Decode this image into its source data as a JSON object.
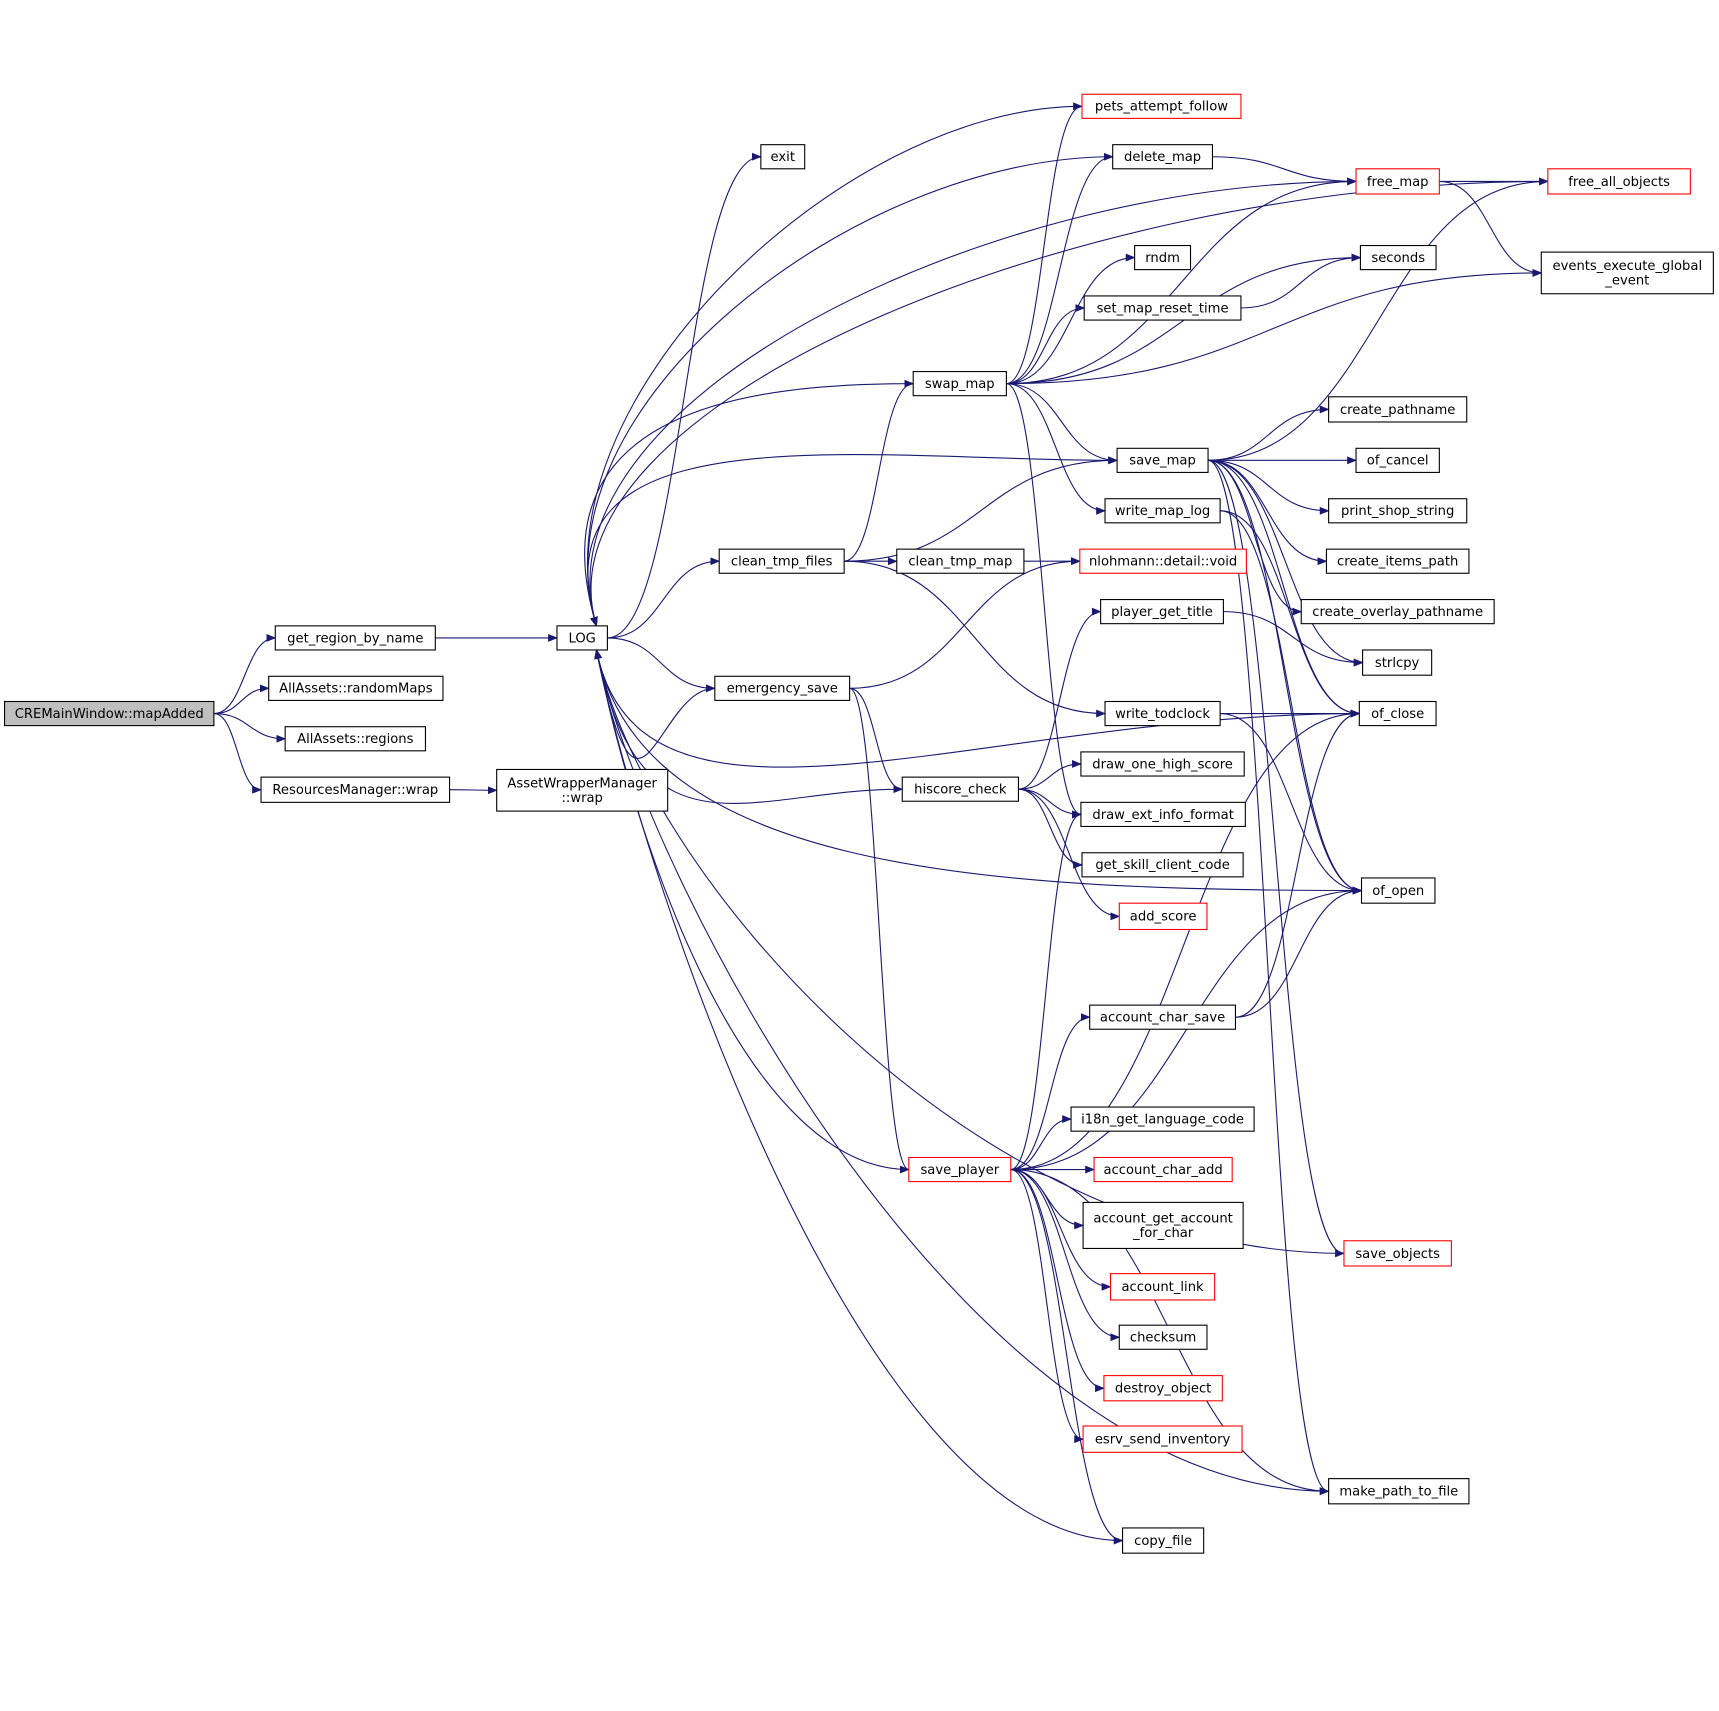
{
  "colors": {
    "edge": "#191970",
    "node_border": "#000000",
    "node_border_incomplete": "#ff0000",
    "root_fill": "#bfbfbf"
  },
  "nodes": [
    {
      "id": "mapAdded",
      "label": [
        "CREMainWindow::mapAdded"
      ],
      "root": true
    },
    {
      "id": "get_region_by_name",
      "label": [
        "get_region_by_name"
      ]
    },
    {
      "id": "randomMaps",
      "label": [
        "AllAssets::randomMaps"
      ]
    },
    {
      "id": "regions",
      "label": [
        "AllAssets::regions"
      ]
    },
    {
      "id": "rm_wrap",
      "label": [
        "ResourcesManager::wrap"
      ]
    },
    {
      "id": "awm_wrap",
      "label": [
        "AssetWrapperManager",
        "::wrap"
      ]
    },
    {
      "id": "LOG",
      "label": [
        "LOG"
      ]
    },
    {
      "id": "exit",
      "label": [
        "exit"
      ]
    },
    {
      "id": "clean_tmp_files",
      "label": [
        "clean_tmp_files"
      ]
    },
    {
      "id": "emergency_save",
      "label": [
        "emergency_save"
      ]
    },
    {
      "id": "clean_tmp_map",
      "label": [
        "clean_tmp_map"
      ]
    },
    {
      "id": "swap_map",
      "label": [
        "swap_map"
      ]
    },
    {
      "id": "hiscore_check",
      "label": [
        "hiscore_check"
      ]
    },
    {
      "id": "save_player",
      "label": [
        "save_player"
      ],
      "red": true
    },
    {
      "id": "pets_attempt_follow",
      "label": [
        "pets_attempt_follow"
      ],
      "red": true
    },
    {
      "id": "delete_map",
      "label": [
        "delete_map"
      ]
    },
    {
      "id": "rndm",
      "label": [
        "rndm"
      ]
    },
    {
      "id": "set_map_reset_time",
      "label": [
        "set_map_reset_time"
      ]
    },
    {
      "id": "save_map",
      "label": [
        "save_map"
      ]
    },
    {
      "id": "write_map_log",
      "label": [
        "write_map_log"
      ]
    },
    {
      "id": "nlohmann",
      "label": [
        "nlohmann::detail::void"
      ],
      "red": true
    },
    {
      "id": "player_get_title",
      "label": [
        "player_get_title"
      ]
    },
    {
      "id": "write_todclock",
      "label": [
        "write_todclock"
      ]
    },
    {
      "id": "draw_one_high_score",
      "label": [
        "draw_one_high_score"
      ]
    },
    {
      "id": "draw_ext_info_format",
      "label": [
        "draw_ext_info_format"
      ]
    },
    {
      "id": "get_skill_client_code",
      "label": [
        "get_skill_client_code"
      ]
    },
    {
      "id": "add_score",
      "label": [
        "add_score"
      ],
      "red": true
    },
    {
      "id": "account_char_save",
      "label": [
        "account_char_save"
      ]
    },
    {
      "id": "i18n",
      "label": [
        "i18n_get_language_code"
      ]
    },
    {
      "id": "account_char_add",
      "label": [
        "account_char_add"
      ],
      "red": true
    },
    {
      "id": "account_get",
      "label": [
        "account_get_account",
        "_for_char"
      ]
    },
    {
      "id": "account_link",
      "label": [
        "account_link"
      ],
      "red": true
    },
    {
      "id": "checksum",
      "label": [
        "checksum"
      ]
    },
    {
      "id": "destroy_object",
      "label": [
        "destroy_object"
      ],
      "red": true
    },
    {
      "id": "esrv_send_inventory",
      "label": [
        "esrv_send_inventory"
      ],
      "red": true
    },
    {
      "id": "copy_file",
      "label": [
        "copy_file"
      ]
    },
    {
      "id": "free_map",
      "label": [
        "free_map"
      ],
      "red": true
    },
    {
      "id": "seconds",
      "label": [
        "seconds"
      ]
    },
    {
      "id": "free_all_objects",
      "label": [
        "free_all_objects"
      ],
      "red": true
    },
    {
      "id": "events",
      "label": [
        "events_execute_global",
        "_event"
      ]
    },
    {
      "id": "create_pathname",
      "label": [
        "create_pathname"
      ]
    },
    {
      "id": "of_cancel",
      "label": [
        "of_cancel"
      ]
    },
    {
      "id": "print_shop_string",
      "label": [
        "print_shop_string"
      ]
    },
    {
      "id": "create_items_path",
      "label": [
        "create_items_path"
      ]
    },
    {
      "id": "create_overlay_pathname",
      "label": [
        "create_overlay_pathname"
      ]
    },
    {
      "id": "strlcpy",
      "label": [
        "strlcpy"
      ]
    },
    {
      "id": "of_close",
      "label": [
        "of_close"
      ]
    },
    {
      "id": "of_open",
      "label": [
        "of_open"
      ]
    },
    {
      "id": "save_objects",
      "label": [
        "save_objects"
      ],
      "red": true
    },
    {
      "id": "make_path_to_file",
      "label": [
        "make_path_to_file"
      ]
    }
  ],
  "edges": [
    [
      "mapAdded",
      "get_region_by_name"
    ],
    [
      "mapAdded",
      "randomMaps"
    ],
    [
      "mapAdded",
      "regions"
    ],
    [
      "mapAdded",
      "rm_wrap"
    ],
    [
      "rm_wrap",
      "awm_wrap"
    ],
    [
      "get_region_by_name",
      "LOG"
    ],
    [
      "LOG",
      "exit"
    ],
    [
      "LOG",
      "clean_tmp_files"
    ],
    [
      "LOG",
      "emergency_save"
    ],
    [
      "clean_tmp_files",
      "swap_map"
    ],
    [
      "clean_tmp_files",
      "save_map"
    ],
    [
      "clean_tmp_files",
      "clean_tmp_map"
    ],
    [
      "clean_tmp_files",
      "write_todclock"
    ],
    [
      "clean_tmp_map",
      "nlohmann"
    ],
    [
      "emergency_save",
      "nlohmann"
    ],
    [
      "emergency_save",
      "hiscore_check"
    ],
    [
      "emergency_save",
      "save_player"
    ],
    [
      "emergency_save",
      "LOG"
    ],
    [
      "swap_map",
      "pets_attempt_follow"
    ],
    [
      "swap_map",
      "delete_map"
    ],
    [
      "swap_map",
      "free_map"
    ],
    [
      "swap_map",
      "rndm"
    ],
    [
      "swap_map",
      "set_map_reset_time"
    ],
    [
      "swap_map",
      "seconds"
    ],
    [
      "swap_map",
      "events"
    ],
    [
      "swap_map",
      "save_map"
    ],
    [
      "swap_map",
      "write_map_log"
    ],
    [
      "swap_map",
      "draw_ext_info_format"
    ],
    [
      "swap_map",
      "LOG"
    ],
    [
      "delete_map",
      "free_map"
    ],
    [
      "delete_map",
      "LOG"
    ],
    [
      "pets_attempt_follow",
      "LOG"
    ],
    [
      "free_map",
      "free_all_objects"
    ],
    [
      "free_map",
      "events"
    ],
    [
      "free_map",
      "LOG"
    ],
    [
      "free_all_objects",
      "LOG"
    ],
    [
      "set_map_reset_time",
      "seconds"
    ],
    [
      "save_map",
      "free_all_objects"
    ],
    [
      "save_map",
      "create_pathname"
    ],
    [
      "save_map",
      "of_cancel"
    ],
    [
      "save_map",
      "print_shop_string"
    ],
    [
      "save_map",
      "create_items_path"
    ],
    [
      "save_map",
      "create_overlay_pathname"
    ],
    [
      "save_map",
      "strlcpy"
    ],
    [
      "save_map",
      "of_close"
    ],
    [
      "save_map",
      "of_open"
    ],
    [
      "save_map",
      "save_objects"
    ],
    [
      "save_map",
      "make_path_to_file"
    ],
    [
      "save_map",
      "LOG"
    ],
    [
      "write_map_log",
      "of_close"
    ],
    [
      "write_map_log",
      "of_open"
    ],
    [
      "player_get_title",
      "strlcpy"
    ],
    [
      "write_todclock",
      "of_close"
    ],
    [
      "write_todclock",
      "of_open"
    ],
    [
      "hiscore_check",
      "player_get_title"
    ],
    [
      "hiscore_check",
      "draw_one_high_score"
    ],
    [
      "hiscore_check",
      "draw_ext_info_format"
    ],
    [
      "hiscore_check",
      "get_skill_client_code"
    ],
    [
      "hiscore_check",
      "add_score"
    ],
    [
      "hiscore_check",
      "LOG"
    ],
    [
      "save_player",
      "draw_ext_info_format"
    ],
    [
      "save_player",
      "of_close"
    ],
    [
      "save_player",
      "account_char_save"
    ],
    [
      "save_player",
      "of_open"
    ],
    [
      "save_player",
      "i18n"
    ],
    [
      "save_player",
      "account_char_add"
    ],
    [
      "save_player",
      "account_get"
    ],
    [
      "save_player",
      "account_link"
    ],
    [
      "save_player",
      "checksum"
    ],
    [
      "save_player",
      "destroy_object"
    ],
    [
      "save_player",
      "esrv_send_inventory"
    ],
    [
      "save_player",
      "make_path_to_file"
    ],
    [
      "save_player",
      "copy_file"
    ],
    [
      "save_player",
      "LOG"
    ],
    [
      "account_char_save",
      "of_close"
    ],
    [
      "account_char_save",
      "of_open"
    ],
    [
      "copy_file",
      "LOG"
    ],
    [
      "of_close",
      "LOG"
    ],
    [
      "of_open",
      "LOG"
    ],
    [
      "save_objects",
      "LOG"
    ],
    [
      "make_path_to_file",
      "LOG"
    ]
  ]
}
